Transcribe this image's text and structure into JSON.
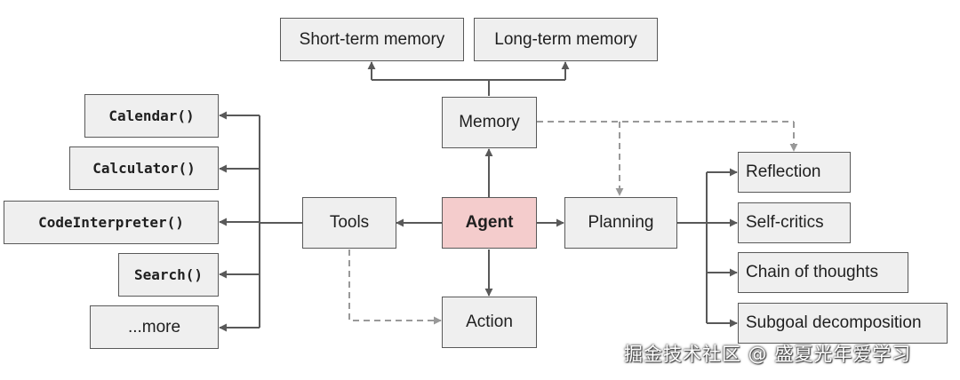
{
  "nodes": {
    "short_term_memory": "Short-term memory",
    "long_term_memory": "Long-term memory",
    "memory": "Memory",
    "agent": "Agent",
    "tools": "Tools",
    "planning": "Planning",
    "action": "Action",
    "tools_list": [
      "Calendar()",
      "Calculator()",
      "CodeInterpreter()",
      "Search()",
      "...more"
    ],
    "planning_list": [
      "Reflection",
      "Self-critics",
      "Chain of thoughts",
      "Subgoal decomposition"
    ]
  },
  "colors": {
    "box_fill": "#efefef",
    "agent_fill": "#f4cccc",
    "line": "#595959",
    "dashed_line": "#999999"
  },
  "watermark": "掘金技术社区 @ 盛夏光年爱学习"
}
